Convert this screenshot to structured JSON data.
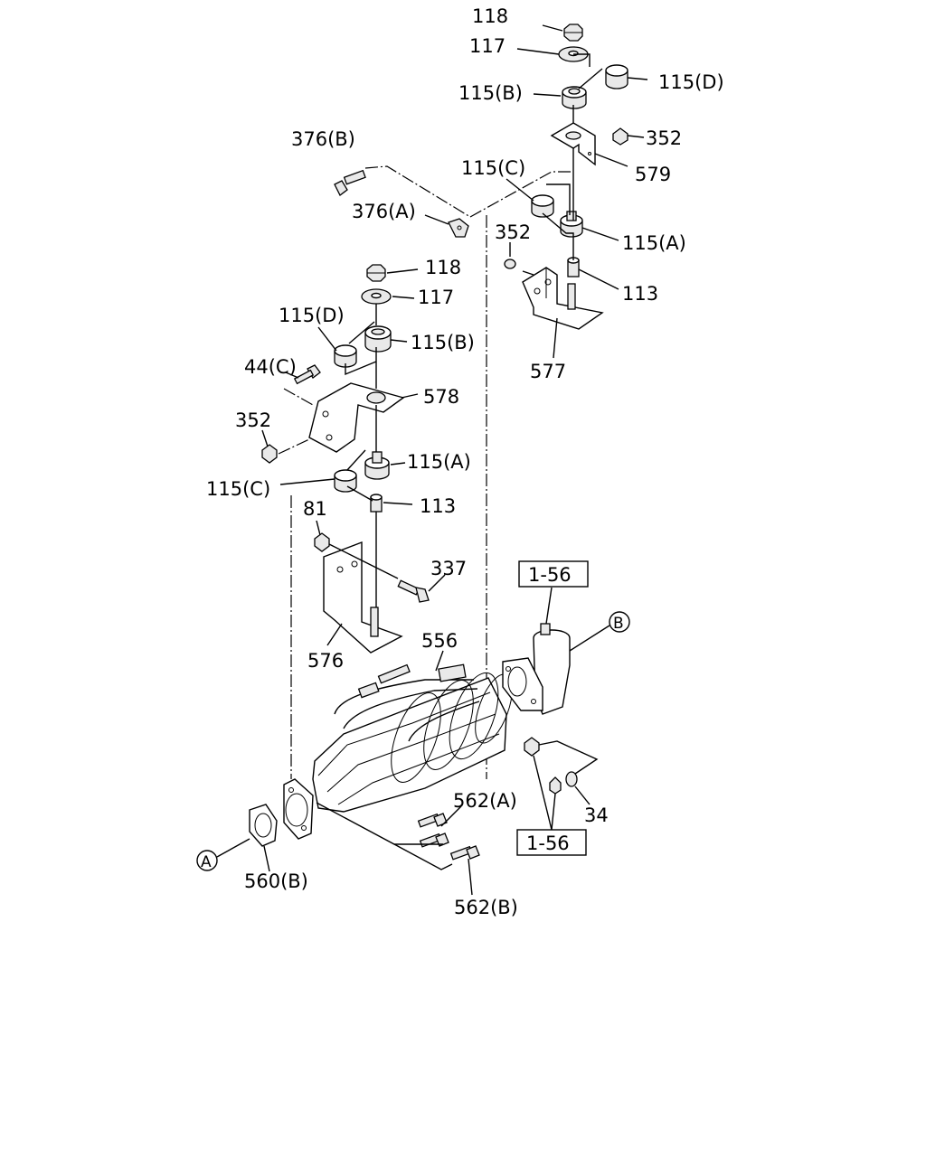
{
  "callouts": [
    {
      "id": "118_top",
      "text": "118"
    },
    {
      "id": "117_top",
      "text": "117"
    },
    {
      "id": "115b_top",
      "text": "115(B)"
    },
    {
      "id": "115d_top",
      "text": "115(D)"
    },
    {
      "id": "376b",
      "text": "376(B)"
    },
    {
      "id": "352_top",
      "text": "352"
    },
    {
      "id": "579",
      "text": "579"
    },
    {
      "id": "115c_top",
      "text": "115(C)"
    },
    {
      "id": "376a",
      "text": "376(A)"
    },
    {
      "id": "352_mid",
      "text": "352"
    },
    {
      "id": "115a_top",
      "text": "115(A)"
    },
    {
      "id": "113_top",
      "text": "113"
    },
    {
      "id": "577",
      "text": "577"
    },
    {
      "id": "118_mid",
      "text": "118"
    },
    {
      "id": "117_mid",
      "text": "117"
    },
    {
      "id": "115d_mid",
      "text": "115(D)"
    },
    {
      "id": "115b_mid",
      "text": "115(B)"
    },
    {
      "id": "44c",
      "text": "44(C)"
    },
    {
      "id": "578",
      "text": "578"
    },
    {
      "id": "352_left",
      "text": "352"
    },
    {
      "id": "115a_mid",
      "text": "115(A)"
    },
    {
      "id": "115c_mid",
      "text": "115(C)"
    },
    {
      "id": "113_mid",
      "text": "113"
    },
    {
      "id": "81",
      "text": "81"
    },
    {
      "id": "337",
      "text": "337"
    },
    {
      "id": "576",
      "text": "576"
    },
    {
      "id": "556",
      "text": "556"
    },
    {
      "id": "562a",
      "text": "562(A)"
    },
    {
      "id": "34",
      "text": "34"
    },
    {
      "id": "560b",
      "text": "560(B)"
    },
    {
      "id": "562b",
      "text": "562(B)"
    }
  ],
  "references": [
    {
      "id": "ref_top",
      "text": "1-56"
    },
    {
      "id": "ref_bottom",
      "text": "1-56"
    }
  ],
  "markers": [
    {
      "id": "marker_a",
      "text": "A"
    },
    {
      "id": "marker_b",
      "text": "B"
    }
  ]
}
